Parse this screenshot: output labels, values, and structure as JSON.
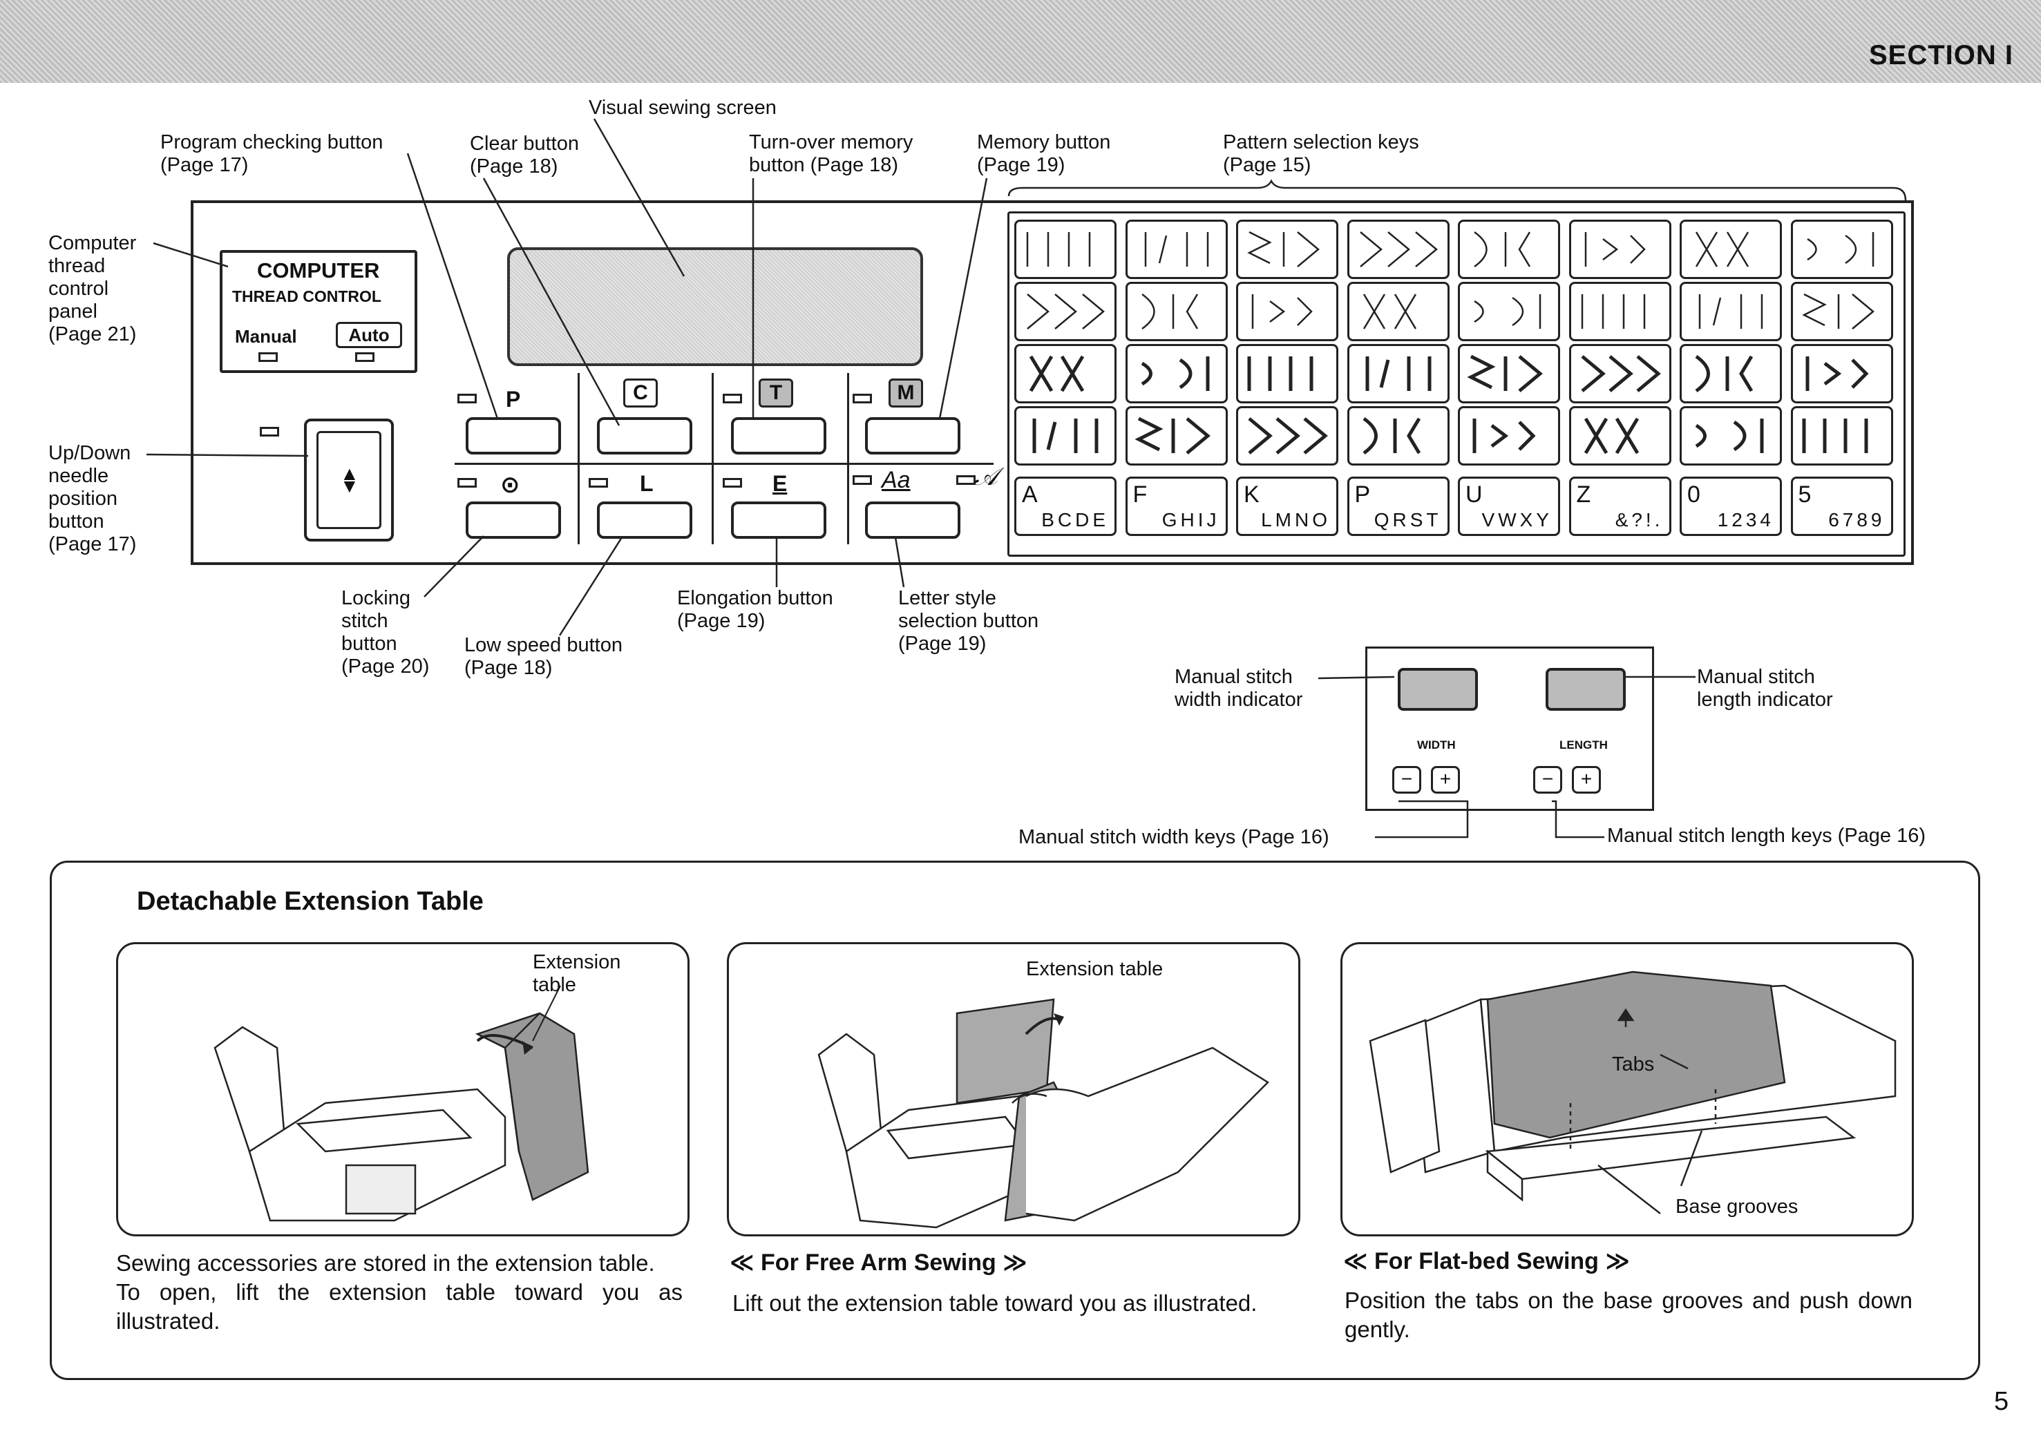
{
  "header": {
    "section": "SECTION I"
  },
  "callouts": {
    "visual_screen": "Visual sewing screen",
    "program_check": "Program checking button\n(Page 17)",
    "clear": "Clear button\n(Page 18)",
    "turnover": "Turn-over memory\nbutton (Page 18)",
    "memory": "Memory button\n(Page 19)",
    "pattern_keys": "Pattern selection keys\n(Page 15)",
    "computer_thread": "Computer\nthread\ncontrol\npanel\n(Page 21)",
    "updown": "Up/Down\nneedle\nposition\nbutton\n(Page 17)",
    "locking": "Locking\nstitch\nbutton\n(Page 20)",
    "low_speed": "Low speed button\n(Page 18)",
    "elongation": "Elongation button\n(Page 19)",
    "letter_style": "Letter style\nselection button\n(Page 19)",
    "manual_width_ind": "Manual stitch\nwidth indicator",
    "manual_length_ind": "Manual stitch\nlength indicator",
    "manual_width_keys": "Manual stitch width keys (Page 16)",
    "manual_length_keys": "Manual stitch length keys (Page 16)"
  },
  "thread_panel": {
    "title": "COMPUTER",
    "subtitle": "THREAD CONTROL",
    "manual": "Manual",
    "auto": "Auto"
  },
  "buttons": {
    "p": "P",
    "c": "C",
    "t": "T",
    "m": "M",
    "l": "L",
    "e": "E",
    "aa": "Aa"
  },
  "manual_panel": {
    "width": "WIDTH",
    "length": "LENGTH",
    "minus": "−",
    "plus": "+"
  },
  "alpha_keys": [
    {
      "big": "A",
      "small": "BCDE"
    },
    {
      "big": "F",
      "small": "GHIJ"
    },
    {
      "big": "K",
      "small": "LMNO"
    },
    {
      "big": "P",
      "small": "QRST"
    },
    {
      "big": "U",
      "small": "VWXY"
    },
    {
      "big": "Z",
      "small": "&?!."
    },
    {
      "big": "0",
      "small": "1234"
    },
    {
      "big": "5",
      "small": "6789"
    }
  ],
  "extension": {
    "title": "Detachable Extension Table",
    "ill1_label": "Extension\ntable",
    "ill2_label": "Extension table",
    "ill3_tabs": "Tabs",
    "ill3_grooves": "Base grooves",
    "col1_text": "Sewing accessories are stored in the extension table.\nTo open, lift the extension table toward you as illustrated.",
    "col2_title": "≪ For Free Arm Sewing ≫",
    "col2_text": "Lift out the extension table toward you as illustrated.",
    "col3_title": "≪ For Flat-bed Sewing ≫",
    "col3_text": "Position the tabs on the base grooves and push down gently."
  },
  "page_number": "5"
}
